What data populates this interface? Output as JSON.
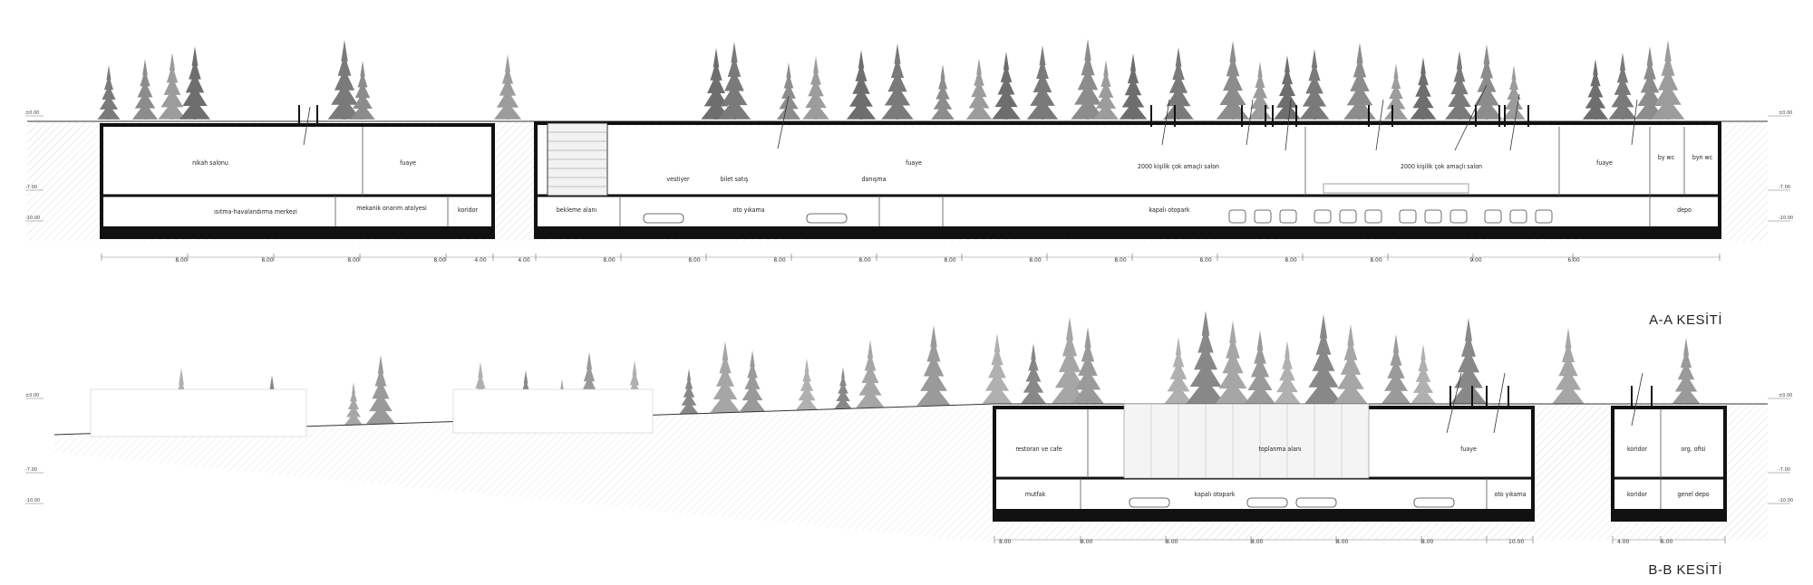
{
  "sections": [
    {
      "id": "A-A",
      "title": "A-A KESİTİ",
      "rooms": [
        "nikah salonu",
        "fuaye",
        "ısıtma-havalandırma merkezi",
        "mekanik onarım atolyesi",
        "koridor",
        "bekleme alanı",
        "vestiyer",
        "bilet satış",
        "danışma",
        "fuaye",
        "oto yıkama",
        "2000 kişilik çok amaçlı salon",
        "kapalı otopark",
        "2000 kişilik çok amaçlı salon",
        "fuaye",
        "by wc",
        "byn wc",
        "depo"
      ],
      "dimensions": [
        "8.00",
        "8.00",
        "8.00",
        "8.00",
        "4.00",
        "4.00",
        "8.00",
        "8.00",
        "8.00",
        "8.00",
        "8.00",
        "8.00",
        "8.00",
        "8.00",
        "8.00",
        "8.00",
        "9.00",
        "6.00"
      ],
      "levels": [
        "±0.00",
        "-7.00",
        "-10.00"
      ]
    },
    {
      "id": "B-B",
      "title": "B-B KESİTİ",
      "rooms": [
        "restoran ve cafe",
        "toplanma alanı",
        "fuaye",
        "mutfak",
        "kapalı otopark",
        "oto yıkama",
        "koridor",
        "org. ofisi",
        "koridor",
        "genel depo"
      ],
      "dimensions": [
        "8.00",
        "8.00",
        "8.00",
        "8.00",
        "8.00",
        "8.00",
        "10.00",
        "4.00",
        "6.00"
      ],
      "levels": [
        "±0.00",
        "-7.00",
        "-10.00"
      ]
    }
  ]
}
